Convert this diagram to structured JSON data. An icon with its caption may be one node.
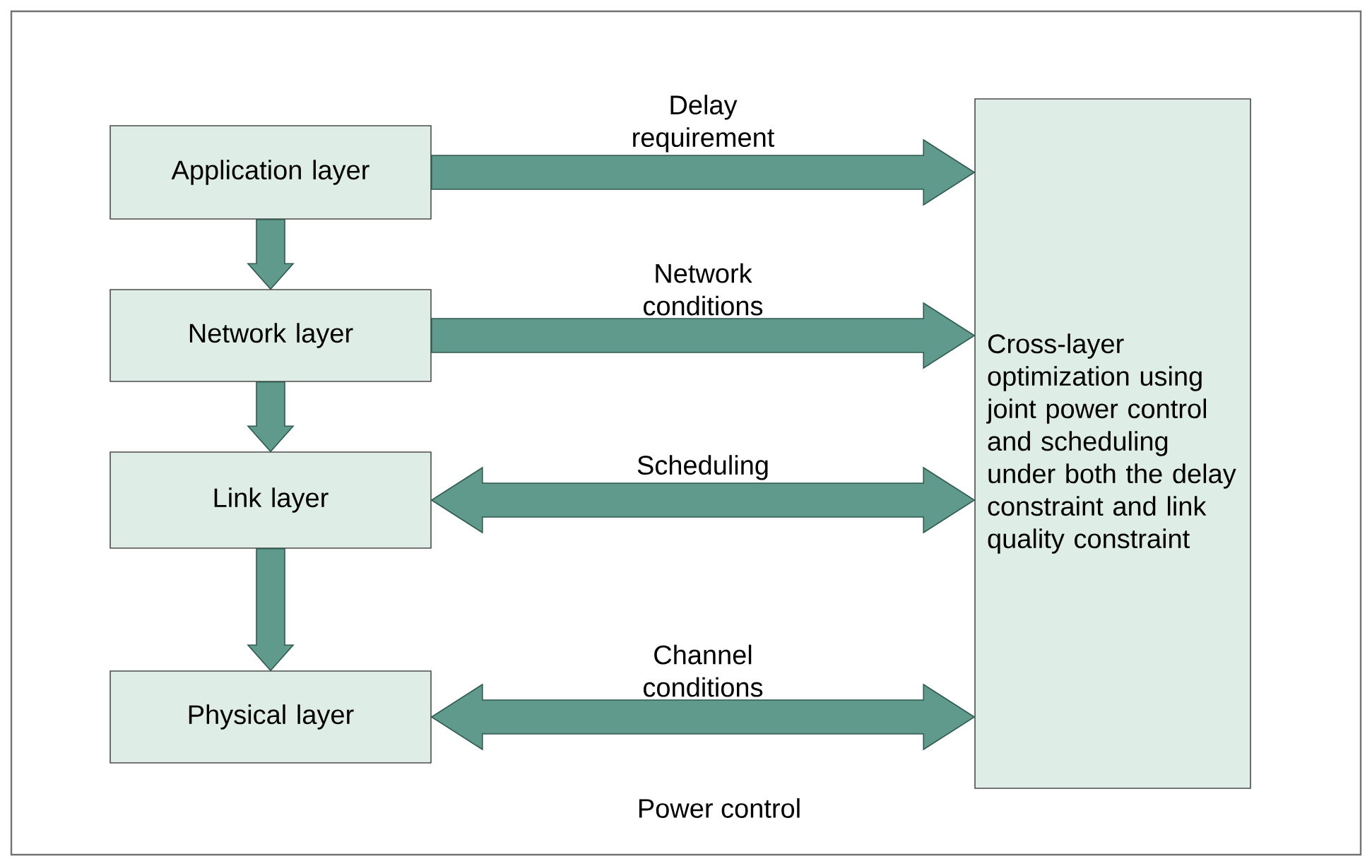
{
  "diagram": {
    "nodes": [
      {
        "text": [
          "Application layer"
        ]
      },
      {
        "text": [
          "Network layer"
        ]
      },
      {
        "text": [
          "Link layer"
        ]
      },
      {
        "text": [
          "Physical layer"
        ]
      },
      {
        "text": [
          "Cross-layer optimization using joint power control and scheduling under both the delay constraint and link quality constraint"
        ]
      }
    ],
    "edges": [
      {
        "from": 0,
        "to": 1,
        "arrow": "to"
      },
      {
        "from": 1,
        "to": 2,
        "arrow": "to"
      },
      {
        "from": 2,
        "to": 3,
        "arrow": "to"
      },
      {
        "from": 0,
        "to": 4,
        "arrow": "to",
        "label": "Delay requirement"
      },
      {
        "from": 1,
        "to": 4,
        "arrow": "to",
        "label": "Network conditions"
      },
      {
        "from": 2,
        "to": 4,
        "arrow": "both",
        "label": "Scheduling"
      },
      {
        "from": 3,
        "to": 4,
        "arrow": "both",
        "label": "Channel conditions"
      }
    ],
    "labels": [
      "Power control"
    ]
  }
}
